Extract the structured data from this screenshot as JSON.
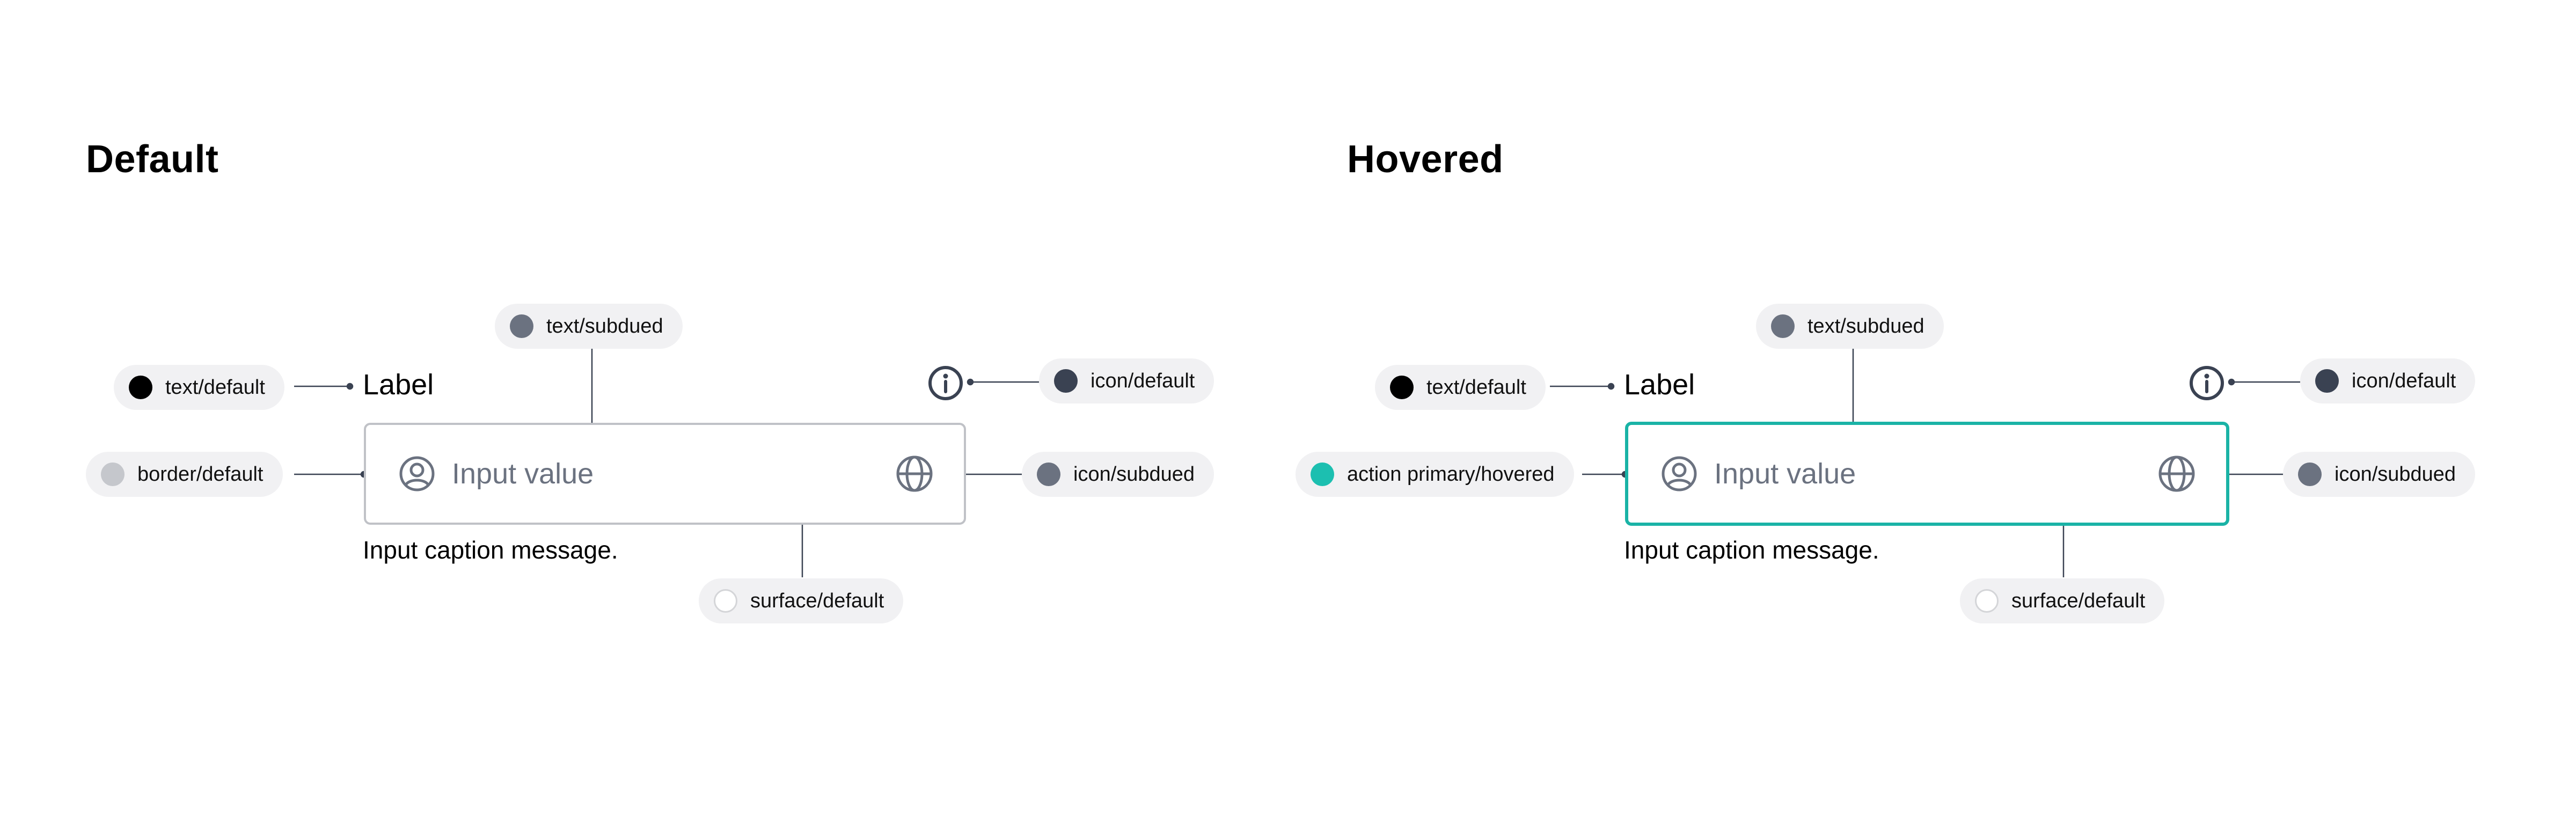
{
  "default": {
    "title": "Default",
    "label": "Label",
    "input_placeholder": "Input value",
    "caption": "Input caption message.",
    "annotations": {
      "label_color": "text/default",
      "placeholder_color": "text/subdued",
      "border": "border/default",
      "info_icon": "icon/default",
      "field_icons": "icon/subdued",
      "surface": "surface/default"
    },
    "colors": {
      "border": "#c0c2c7",
      "text_default": "#000000",
      "text_subdued": "#6b7280",
      "icon_default": "#3a4252",
      "icon_subdued": "#6b7280",
      "border_default_swatch": "#c5c7cc",
      "surface": "#ffffff"
    }
  },
  "hovered": {
    "title": "Hovered",
    "label": "Label",
    "input_placeholder": "Input value",
    "caption": "Input caption message.",
    "annotations": {
      "label_color": "text/default",
      "placeholder_color": "text/subdued",
      "border": "action primary/hovered",
      "info_icon": "icon/default",
      "field_icons": "icon/subdued",
      "surface": "surface/default"
    },
    "colors": {
      "border": "#1ab3a6",
      "action_primary_hovered": "#1cbfb0"
    }
  }
}
